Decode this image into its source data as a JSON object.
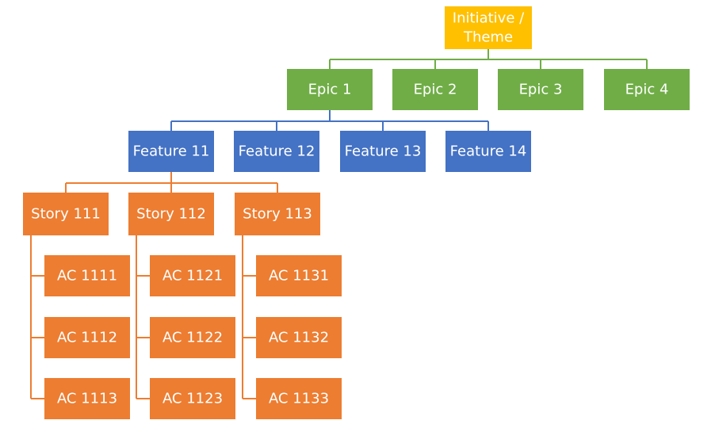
{
  "colors": {
    "initiative": "#FFC000",
    "epic": "#70AD47",
    "feature": "#4472C4",
    "story": "#ED7D31",
    "text": "#FFFFFF",
    "background": "#FFFFFF"
  },
  "initiative": {
    "label_lines": [
      "Initiative /",
      "Theme"
    ]
  },
  "epics": [
    {
      "label": "Epic 1"
    },
    {
      "label": "Epic 2"
    },
    {
      "label": "Epic 3"
    },
    {
      "label": "Epic 4"
    }
  ],
  "features": [
    {
      "label": "Feature 11"
    },
    {
      "label": "Feature 12"
    },
    {
      "label": "Feature 13"
    },
    {
      "label": "Feature 14"
    }
  ],
  "stories": [
    {
      "label": "Story 111",
      "acs": [
        "AC 1111",
        "AC 1112",
        "AC 1113"
      ]
    },
    {
      "label": "Story 112",
      "acs": [
        "AC 1121",
        "AC 1122",
        "AC 1123"
      ]
    },
    {
      "label": "Story 113",
      "acs": [
        "AC 1131",
        "AC 1132",
        "AC 1133"
      ]
    }
  ]
}
